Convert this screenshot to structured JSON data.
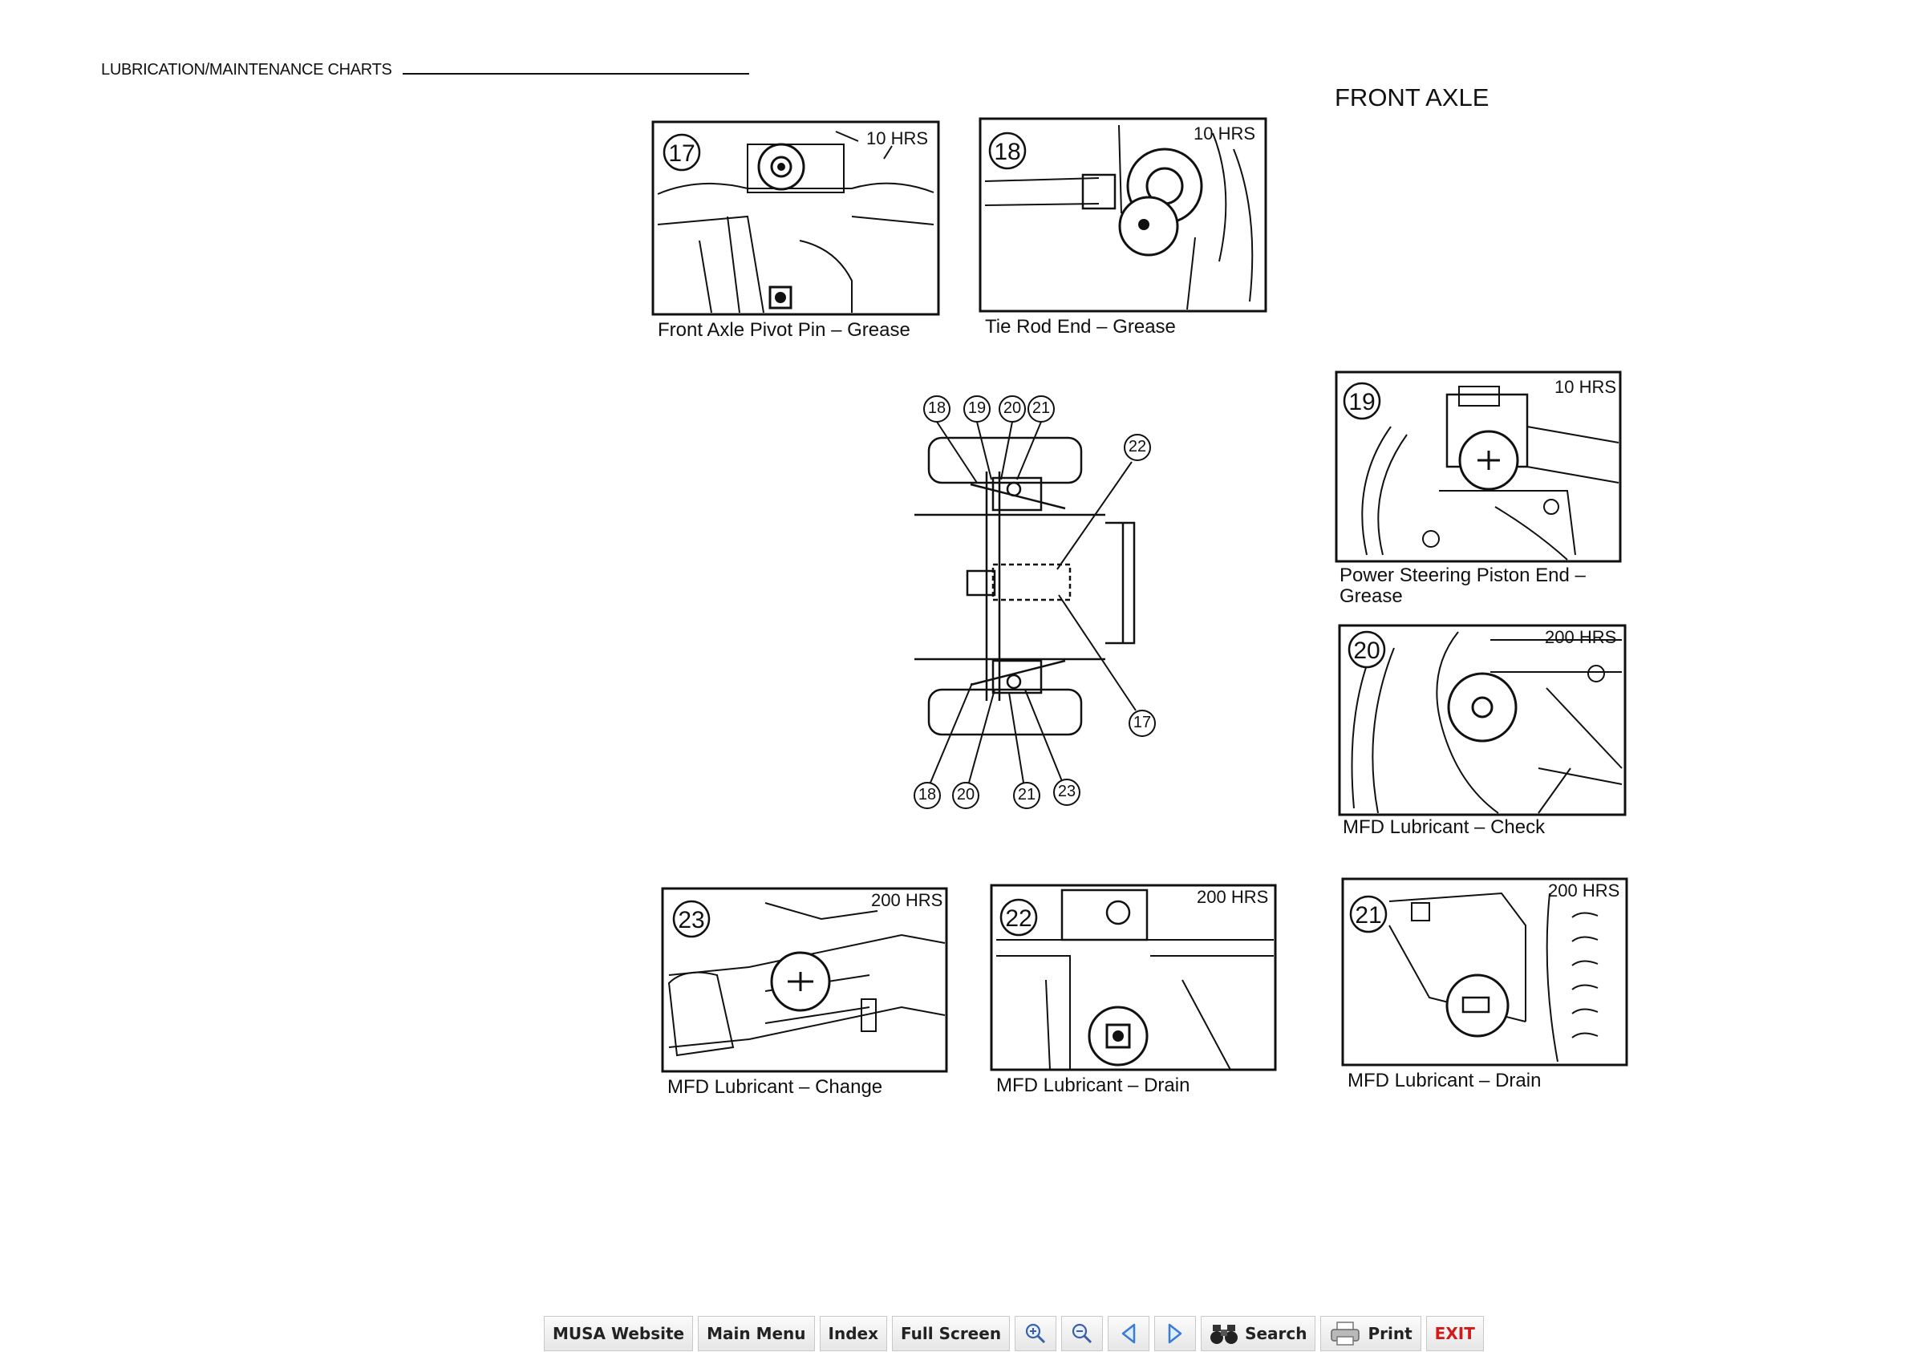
{
  "header": {
    "title": "LUBRICATION/MAINTENANCE CHARTS",
    "section": "FRONT AXLE"
  },
  "panels": [
    {
      "number": "17",
      "interval": "10 HRS",
      "caption": "Front Axle Pivot Pin – Grease"
    },
    {
      "number": "18",
      "interval": "10 HRS",
      "caption": "Tie Rod End – Grease"
    },
    {
      "number": "19",
      "interval": "10 HRS",
      "caption_line1": "Power Steering Piston End –",
      "caption_line2": "Grease"
    },
    {
      "number": "20",
      "interval": "200 HRS",
      "caption": "MFD Lubricant – Check"
    },
    {
      "number": "23",
      "interval": "200 HRS",
      "caption": "MFD Lubricant – Change"
    },
    {
      "number": "22",
      "interval": "200 HRS",
      "caption": "MFD Lubricant – Drain"
    },
    {
      "number": "21",
      "interval": "200 HRS",
      "caption": "MFD Lubricant – Drain"
    }
  ],
  "diagram": {
    "callouts_top": [
      "18",
      "19",
      "20",
      "21"
    ],
    "callout_right_top": "22",
    "callout_right_bottom": "17",
    "callouts_bottom": [
      "18",
      "20",
      "21",
      "23"
    ]
  },
  "toolbar": {
    "musa": "MUSA Website",
    "main_menu": "Main Menu",
    "index": "Index",
    "full_screen": "Full Screen",
    "search": "Search",
    "print": "Print",
    "exit": "EXIT"
  }
}
